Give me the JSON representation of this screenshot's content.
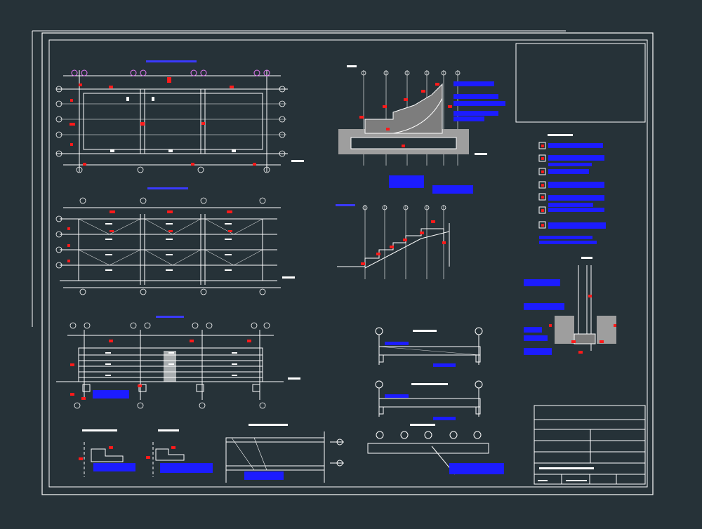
{
  "drawing": {
    "colors": {
      "background": "#263238",
      "lines": "#ffffff",
      "dimension_marks": "#ff1a1a",
      "annotation_blocks": "#1c1cff",
      "hatch": "#9e9e9e",
      "plan_titles": "#3a3aff"
    },
    "plan_grid_columns": 4,
    "plan_grid_rows": 5,
    "title_block_rows": 5,
    "legend_entries": 8
  }
}
